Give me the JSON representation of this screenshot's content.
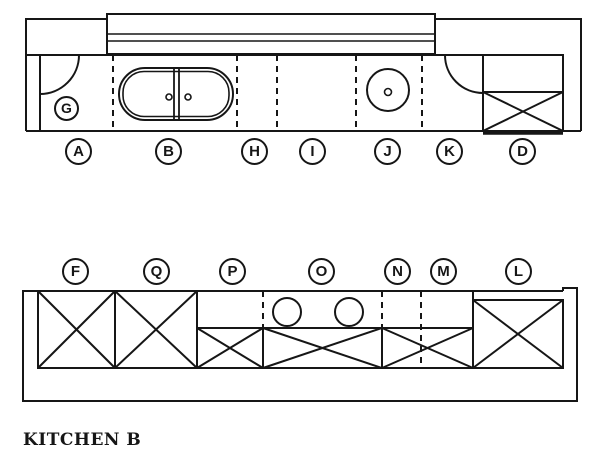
{
  "title": "KITCHEN B",
  "colors": {
    "line": "#161616",
    "background": "#ffffff"
  },
  "top_run": {
    "corner_label": "G",
    "labels": [
      "A",
      "B",
      "H",
      "I",
      "J",
      "K",
      "D"
    ]
  },
  "bottom_run": {
    "labels": [
      "F",
      "Q",
      "P",
      "O",
      "N",
      "M",
      "L"
    ]
  }
}
